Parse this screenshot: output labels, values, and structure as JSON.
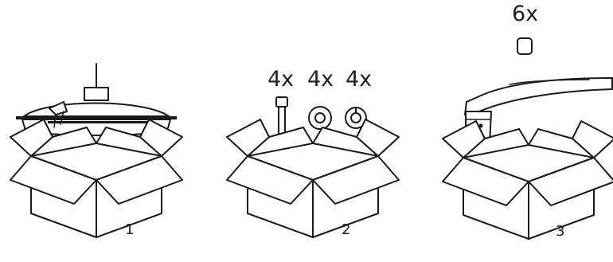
{
  "packages": [
    {
      "number": "1",
      "items": []
    },
    {
      "number": "2",
      "items": [
        {
          "icon": "bolt-icon",
          "quantity": "4x"
        },
        {
          "icon": "washer-icon",
          "quantity": "4x"
        },
        {
          "icon": "lock-washer-icon",
          "quantity": "4x"
        }
      ]
    },
    {
      "number": "3",
      "items": [
        {
          "icon": "cap-icon",
          "quantity": "6x"
        }
      ]
    }
  ]
}
